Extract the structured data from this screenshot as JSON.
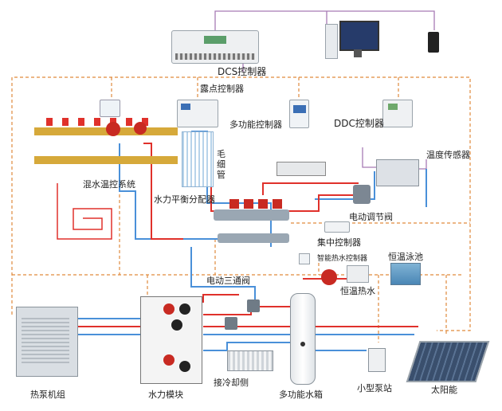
{
  "labels": {
    "dcs_controller": "DCS控制器",
    "dew_point_controller": "露点控制器",
    "multi_function_controller": "多功能控制器",
    "ddc_controller": "DDC控制器",
    "temperature_sensor": "温度传感器",
    "capillary": "毛细管",
    "mixed_water_temp_control_system": "混水温控系统",
    "hydraulic_balance_distributor": "水力平衡分配器",
    "electric_regulating_valve": "电动调节阀",
    "central_controller": "集中控制器",
    "smart_water_heater_controller": "智能热水控制器",
    "constant_temp_pool": "恒温泳池",
    "constant_temp_hot_water": "恒温热水",
    "electric_three_way_valve": "电动三通阀",
    "heat_pump_unit": "热泵机组",
    "hydraulic_module": "水力模块",
    "cooling_side": "接冷却侧",
    "multi_function_water_tank": "多功能水箱",
    "small_pump_station": "小型泵站",
    "solar_energy": "太阳能"
  },
  "colors": {
    "hot_pipe": "#e0312b",
    "cold_pipe": "#4a90d9",
    "signal_line": "#e08a3c",
    "network_line": "#a77bb5",
    "manifold": "#d6a93a"
  }
}
